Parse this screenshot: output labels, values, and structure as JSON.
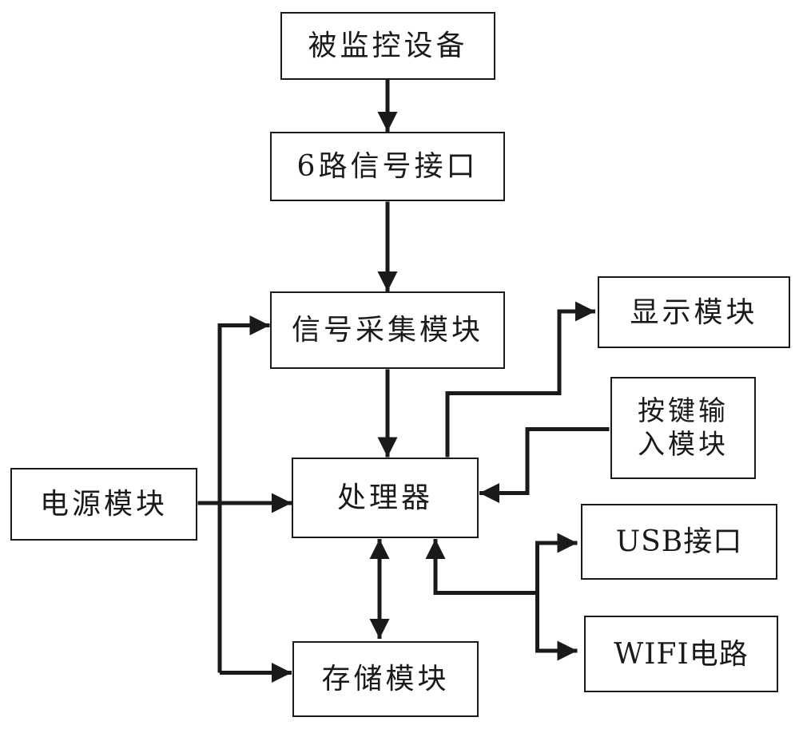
{
  "diagram": {
    "nodes": {
      "monitored_device": "被监控设备",
      "signal_interface": "6路信号接口",
      "signal_acquisition": "信号采集模块",
      "display": "显示模块",
      "key_input": "按键输\n入模块",
      "power": "电源模块",
      "processor": "处理器",
      "usb": "USB接口",
      "wifi": "WIFI电路",
      "storage": "存储模块"
    },
    "edges": [
      {
        "from": "monitored_device",
        "to": "signal_interface"
      },
      {
        "from": "signal_interface",
        "to": "signal_acquisition"
      },
      {
        "from": "signal_acquisition",
        "to": "processor"
      },
      {
        "from": "power",
        "to": "signal_acquisition"
      },
      {
        "from": "power",
        "to": "processor"
      },
      {
        "from": "power",
        "to": "storage"
      },
      {
        "from": "processor",
        "to": "display"
      },
      {
        "from": "key_input",
        "to": "processor"
      },
      {
        "from": "processor",
        "to": "storage",
        "bidirectional": true
      },
      {
        "from": "processor",
        "to": "usb",
        "bidirectional": true
      },
      {
        "from": "processor",
        "to": "wifi",
        "bidirectional": true
      }
    ],
    "colors": {
      "line": "#1a1a1a",
      "box_border": "#1a1a1a",
      "background": "#ffffff"
    }
  }
}
